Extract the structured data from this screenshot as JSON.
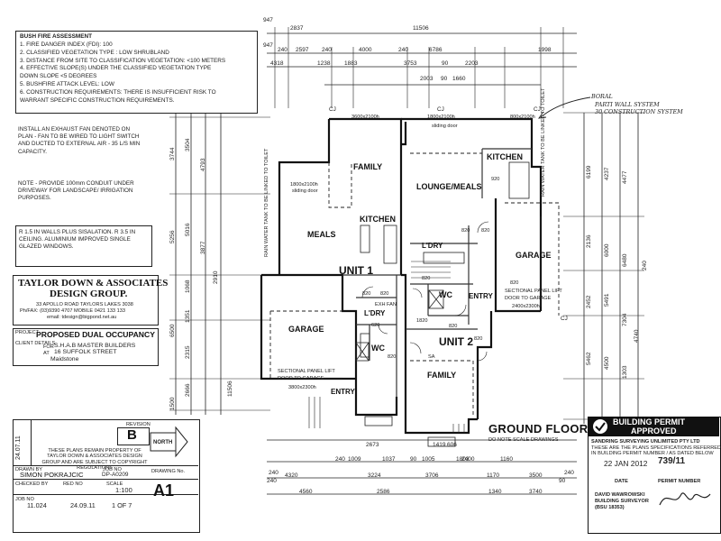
{
  "bushfire": {
    "title": "BUSH FIRE ASSESSMENT",
    "lines": [
      "1. FIRE DANGER INDEX (FDI): 100",
      "2. CLASSIFIED VEGETATION TYPE : LOW SHRUBLAND",
      "3. DISTANCE FROM SITE TO CLASSIFICATION VEGETATION: <100 METERS",
      "4. EFFECTIVE SLOPE(S) UNDER THE CLASSIFIED VEGETATION TYPE",
      "   DOWN SLOPE <5 DEGREES",
      "5. BUSHFIRE ATTACK LEVEL: LOW",
      "6. CONSTRUCTION REQUIREMENTS: THERE IS INSUFFICIENT RISK TO",
      "   WARRANT SPECIFIC CONSTRUCTION REQUIREMENTS."
    ]
  },
  "notes": {
    "exhaust": "INSTALL AN EXHAUST FAN DENOTED ON PLAN - FAN TO BE WIRED TO LIGHT SWITCH AND DUCTED TO EXTERNAL AIR - 35 L/S MIN CAPACITY.",
    "conduit": "NOTE - PROVIDE 100mm CONDUIT UNDER DRIVEWAY FOR LANDSCAPE/ IRRIGATION PURPOSES.",
    "insulation": "R 1.5 IN WALLS PLUS SISALATION. R 3.5 IN CEILING. ALUMINIUM IMPROVED SINGLE GLAZED WINDOWS."
  },
  "firm": {
    "name1": "TAYLOR DOWN & ASSOCIATES",
    "name2": "DESIGN GROUP.",
    "address": "33 APOLLO ROAD TAYLORS LAKES 3038",
    "contact": "Ph/FAX: (03)9390 4707 MOBILE 0421 133 133",
    "email": "email: tdesign@bigpond.net.au"
  },
  "project": {
    "label": "PROJECT",
    "title": "PROPOSED DUAL OCCUPANCY",
    "client_label": "CLIENT DETAILS",
    "for": "FOR",
    "builder": "S.H.A.B MASTER BUILDERS",
    "at": "AT",
    "street": "16 SUFFOLK STREET",
    "suburb": "Maidstone"
  },
  "titleblock": {
    "date_v": "24.07.11",
    "revision_label": "REVISION",
    "revision": "B",
    "north": "NORTH",
    "copyright": "THESE PLANS REMAIN PROPERTY OF TAYLOR DOWN & ASSOCIATES DESIGN GROUP AND ARE SUBJECT TO COPYRIGHT REGULATIONS",
    "drawn_label": "DRAWN BY",
    "drawn": "SIMON POKRAJCIC",
    "job_label": "JOB NO",
    "job": "DP-A0209",
    "drawing_label": "DRAWING No.",
    "drawing": "A1",
    "checked_label": "CHECKED BY",
    "red_label": "RED NO",
    "scale_label": "SCALE",
    "scale": "1:100",
    "job2_label": "JOB NO",
    "job2": "11.024",
    "date2": "24.09.11",
    "sheet": "1 OF 7"
  },
  "permit": {
    "title": "BUILDING PERMIT",
    "status": "APPROVED",
    "issuer": "SANDRING SURVEYING UNLIMITED PTY LTD",
    "line1": "THESE ARE THE PLANS SPECIFICATIONS REFERRED TO",
    "line2": "IN BUILDING PERMIT NUMBER / AS DATED BELOW",
    "date": "22 JAN 2012",
    "number": "739/11",
    "date_label": "DATE",
    "number_label": "PERMIT NUMBER",
    "surveyor": "DAVID WAWROWSKI",
    "role": "BUILDING SURVEYOR",
    "reg": "(BSU 18353)"
  },
  "plan": {
    "title": "GROUND FLOOR",
    "subtitle": "DO NOTE SCALE DRAWINGS",
    "unit1": "UNIT 1",
    "unit2": "UNIT 2",
    "rooms": {
      "family1": "FAMILY",
      "meals": "MEALS",
      "kitchen1": "KITCHEN",
      "garage1": "GARAGE",
      "ldry1": "L'DRY",
      "wc1": "WC",
      "entry1": "ENTRY",
      "lounge": "LOUNGE/MEALS",
      "kitchen2": "KITCHEN",
      "ldry2": "L'DRY",
      "wc2": "WC",
      "entry2": "ENTRY",
      "garage2": "GARAGE",
      "family2": "FAMILY"
    },
    "annotations": {
      "sliding1": "sliding door",
      "window1": "1800x2100h",
      "window2": "3600x2100h",
      "window3": "1800x2100h",
      "window4": "800x2100h",
      "sliding2": "sliding door",
      "tank1": "RAIN WATER TANK TO BE LINKED TO TOILET",
      "tank2": "RAIN WATER TANK TO BE LINKED TO TOILET",
      "lift1": "SECTIONAL PANEL LIFT DOOR TO GARAGE",
      "lift1_size": "3800x2300h",
      "lift2": "SECTIONAL PANEL LIFT DOOR TO GARAGE",
      "lift2_size": "2400x2300h",
      "fan": "EXH FAN",
      "boral1": "BORAL",
      "boral2": "PARTI WALL SYSTEM",
      "boral3": "30 CONSTRUCTION SYSTEM",
      "cj": "CJ"
    },
    "dims_top": [
      "947",
      "2837",
      "11506",
      "947",
      "240",
      "2597",
      "240",
      "4000",
      "240",
      "6786",
      "1998",
      "4318",
      "1238",
      "1883",
      "3753",
      "90",
      "2203",
      "2003",
      "90",
      "1660"
    ],
    "dims_bottom": [
      "2673",
      "1419",
      "606",
      "1009",
      "1037",
      "1005",
      "1803",
      "4320",
      "3224",
      "3706",
      "1170",
      "3500",
      "4560",
      "2586",
      "1340",
      "3740",
      "240",
      "240",
      "240",
      "2400",
      "90",
      "1160",
      "240",
      "90"
    ],
    "dims_left": [
      "3744",
      "5256",
      "6500",
      "1500",
      "3504",
      "5016",
      "1068",
      "1351",
      "2315",
      "2666",
      "4793",
      "3877",
      "2910",
      "11506"
    ],
    "dims_right": [
      "6199",
      "4237",
      "4477",
      "2136",
      "6000",
      "6480",
      "2452",
      "5491",
      "7304",
      "5462",
      "4500",
      "1303",
      "4740",
      "240"
    ],
    "door_codes": [
      "820",
      "820",
      "820",
      "620",
      "820",
      "820",
      "820",
      "1820",
      "820",
      "820",
      "920",
      "820",
      "SA"
    ]
  }
}
